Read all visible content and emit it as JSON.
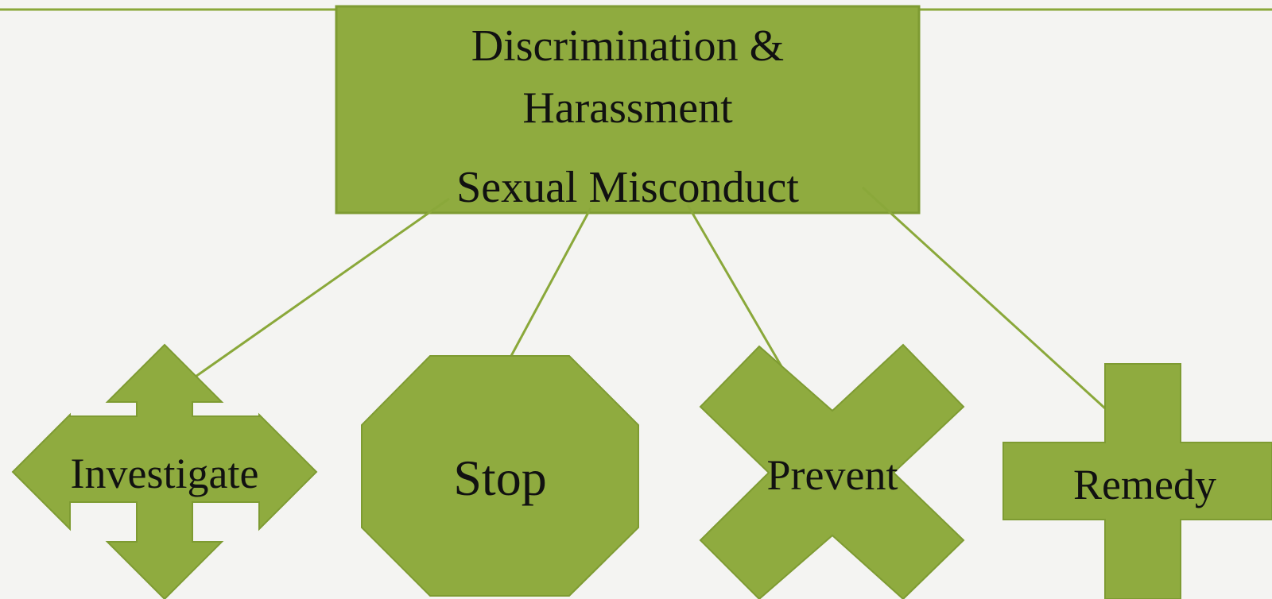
{
  "colors": {
    "background": "#f4f4f2",
    "shape_fill": "#8fab3f",
    "shape_stroke": "#7e9b32",
    "connector": "#8aa83a",
    "text": "#111111"
  },
  "header": {
    "line1": "Discrimination &",
    "line2": "Harassment",
    "line3": "Sexual Misconduct"
  },
  "nodes": [
    {
      "label": "Investigate",
      "shape": "four-way-arrow"
    },
    {
      "label": "Stop",
      "shape": "octagon"
    },
    {
      "label": "Prevent",
      "shape": "x-cross"
    },
    {
      "label": "Remedy",
      "shape": "plus-cross"
    }
  ]
}
